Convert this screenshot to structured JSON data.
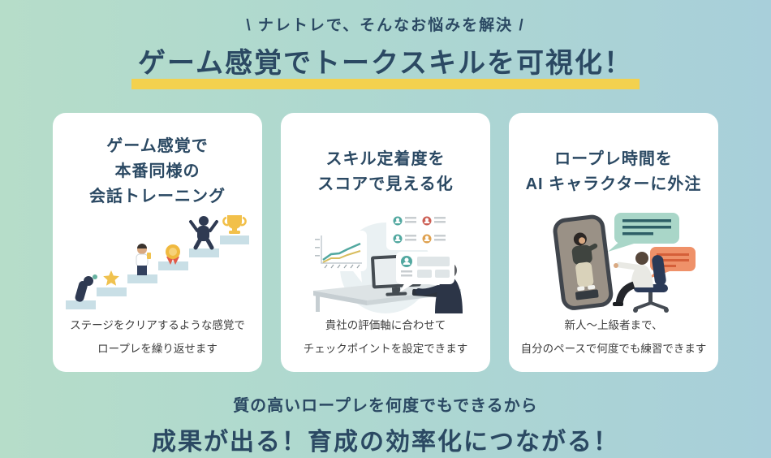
{
  "colors": {
    "background_left": "#b6ddc9",
    "background_right": "#a8cfda",
    "navy_text": "#2b4963",
    "highlight_yellow": "#f3d14e",
    "card_background": "#ffffff",
    "caption_text": "#3e3e3e",
    "accent_teal": "#52a8a0",
    "accent_orange": "#ef9169",
    "accent_green_bubble": "#a9d6c8"
  },
  "tagline": "\\ ナレトレで、そんなお悩みを解決 /",
  "heading": "ゲーム感覚でトークスキルを可視化！",
  "cards": [
    {
      "title_lines": [
        "ゲーム感覚で",
        "本番同様の",
        "会話トレーニング"
      ],
      "illustration": "stairs-achievement-illustration",
      "caption_lines": [
        "ステージをクリアするような感覚で",
        "ロープレを繰り返せます"
      ]
    },
    {
      "title_lines": [
        "スキル定着度を",
        "スコアで見える化"
      ],
      "illustration": "score-dashboard-illustration",
      "caption_lines": [
        "貴社の評価軸に合わせて",
        "チェックポイントを設定できます"
      ]
    },
    {
      "title_lines": [
        "ロープレ時間を",
        "AI キャラクターに外注"
      ],
      "illustration": "ai-roleplay-phone-illustration",
      "caption_lines": [
        "新人〜上級者まで、",
        "自分のペースで何度でも練習できます"
      ]
    }
  ],
  "footer": {
    "lead": "質の高いロープレを何度でもできるから",
    "heading": "成果が出る！育成の効率化につながる！"
  }
}
